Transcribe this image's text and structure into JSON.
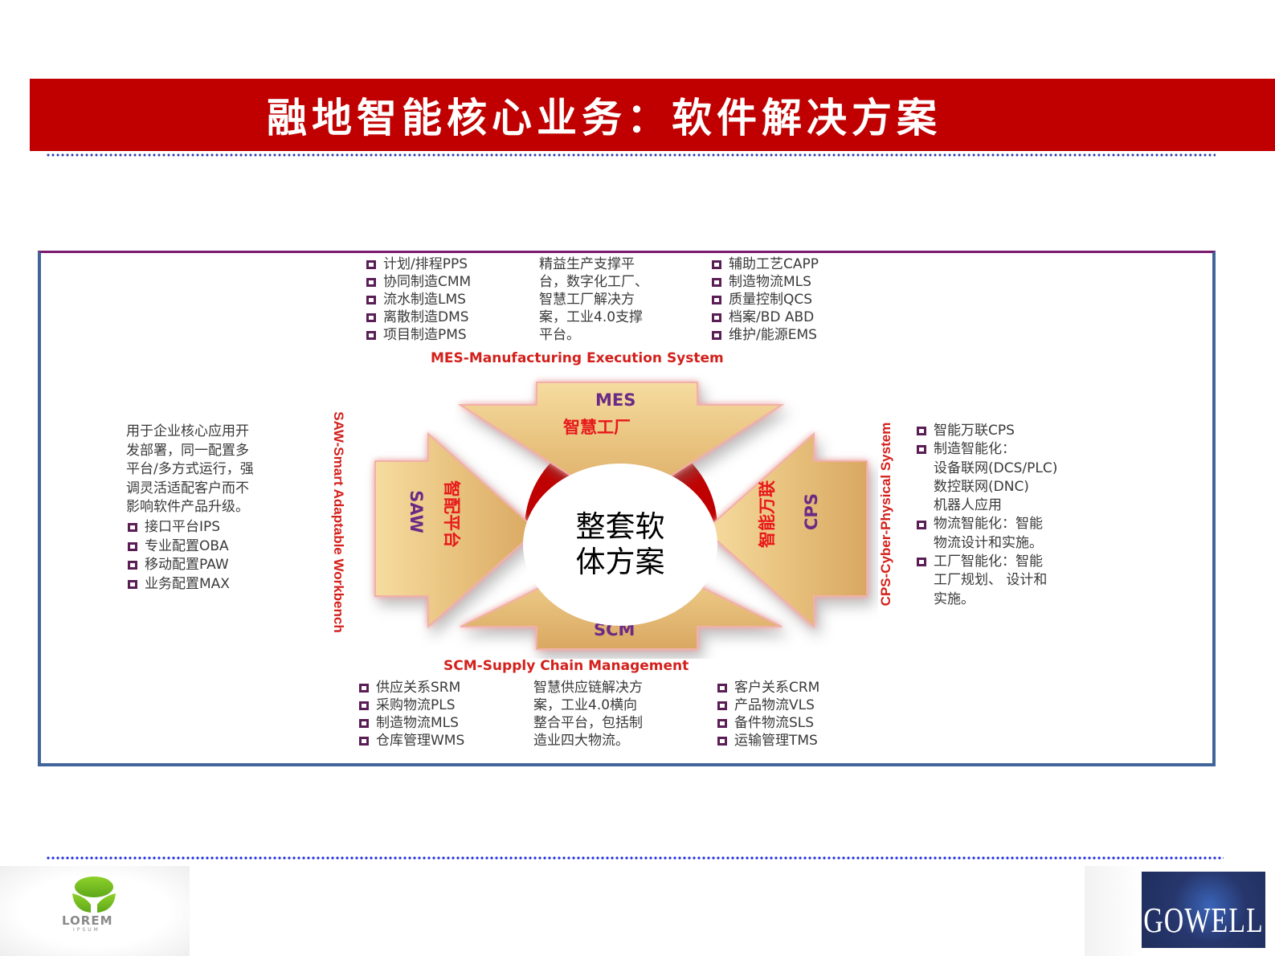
{
  "header": {
    "title": "融地智能核心业务：软件解决方案"
  },
  "mes": {
    "list_left": [
      "计划/排程PPS",
      "协同制造CMM",
      "流水制造LMS",
      "离散制造DMS",
      "项目制造PMS"
    ],
    "description": [
      "精益生产支撑平",
      "台，数字化工厂、",
      "智慧工厂解决方",
      "案，工业4.0支撑",
      "平台。"
    ],
    "list_right": [
      "辅助工艺CAPP",
      "制造物流MLS",
      "质量控制QCS",
      "档案/BD ABD",
      "维护/能源EMS"
    ],
    "caption": "MES-Manufacturing Execution System",
    "arrow_en": "MES",
    "arrow_cn": "智慧工厂"
  },
  "saw": {
    "description": [
      "用于企业核心应用开",
      "发部署，同一配置多",
      "平台/多方式运行，强",
      "调灵活适配客户而不",
      "影响软件产品升级。"
    ],
    "list": [
      "接口平台IPS",
      "专业配置OBA",
      "移动配置PAW",
      "业务配置MAX"
    ],
    "caption": "SAW-Smart Adaptable Workbench",
    "arrow_en": "SAW",
    "arrow_cn": "智配平台"
  },
  "cps": {
    "items": [
      {
        "bullet": true,
        "text": "智能万联CPS"
      },
      {
        "bullet": true,
        "text": "制造智能化："
      },
      {
        "bullet": false,
        "text": "设备联网(DCS/PLC)"
      },
      {
        "bullet": false,
        "text": "数控联网(DNC)"
      },
      {
        "bullet": false,
        "text": "机器人应用"
      },
      {
        "bullet": true,
        "text": "物流智能化：智能"
      },
      {
        "bullet": false,
        "text": "物流设计和实施。"
      },
      {
        "bullet": true,
        "text": "工厂智能化：智能"
      },
      {
        "bullet": false,
        "text": "工厂规划、 设计和"
      },
      {
        "bullet": false,
        "text": "实施。"
      }
    ],
    "caption": "CPS-Cyber-Physical System",
    "arrow_en": "CPS",
    "arrow_cn": "智能万联"
  },
  "scm": {
    "caption": "SCM-Supply Chain Management",
    "list_left": [
      "供应关系SRM",
      "采购物流PLS",
      "制造物流MLS",
      "仓库管理WMS"
    ],
    "description": [
      "智慧供应链解决方",
      "案，工业4.0横向",
      "整合平台，包括制",
      "造业四大物流。"
    ],
    "list_right": [
      "客户关系CRM",
      "产品物流VLS",
      "备件物流SLS",
      "运输管理TMS"
    ],
    "arrow_en": "SCM"
  },
  "center": {
    "line1": "整套软",
    "line2": "体方案"
  },
  "footer": {
    "left_logo_main": "LOREM",
    "left_logo_sub": "IPSUM",
    "right_logo": "GOWELL"
  },
  "colors": {
    "title_bar": "#c00000",
    "caption_red": "#d3201b",
    "arrow_gold": "#e8c27e",
    "arrow_label_purple": "#6a2a86",
    "panel_border": "#41659a",
    "dots": "#2d3aa8",
    "gowell_blue": "#27376d"
  }
}
